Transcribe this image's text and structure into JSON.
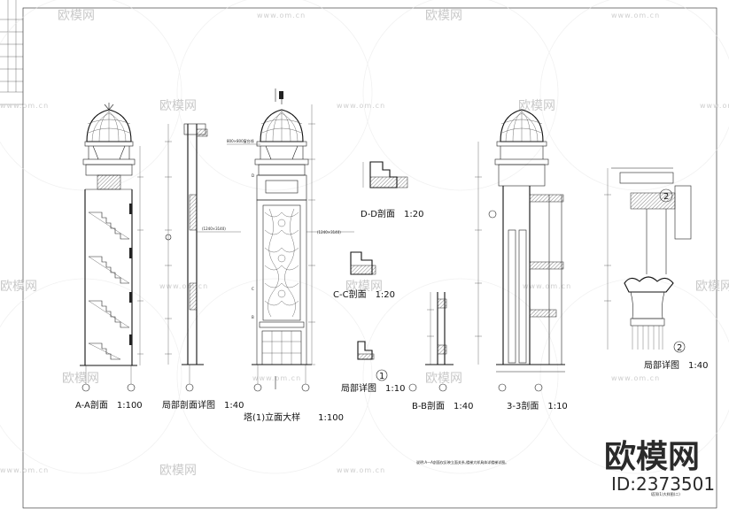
{
  "drawing": {
    "captions": {
      "aa_section": "A-A剖面　1:100",
      "partial_section_detail": "局部剖面详图　1:40",
      "tower_elevation": "塔(1)立面大样　　1:100",
      "dd_section": "D-D剖面　1:20",
      "cc_section": "C-C剖面　1:20",
      "detail_1": "局部详图　1:10",
      "bb_section": "B-B剖面　1:40",
      "section_33": "3-3剖面　1:10",
      "detail_2": "局部详图　1:40"
    },
    "callout_1": "1",
    "callout_2": "2",
    "note": "说明:A—A剖面仅反映立面关系,楼梯大样具体详楼梯详图。",
    "sheet_title": "塔顶(1)大样图(二)",
    "window_labels": {
      "top": "800×800窗台线",
      "mid": "(1240×3140)"
    }
  },
  "watermark": {
    "brand": "欧模网",
    "url": "www.om.cn",
    "id": "ID:2373501"
  }
}
